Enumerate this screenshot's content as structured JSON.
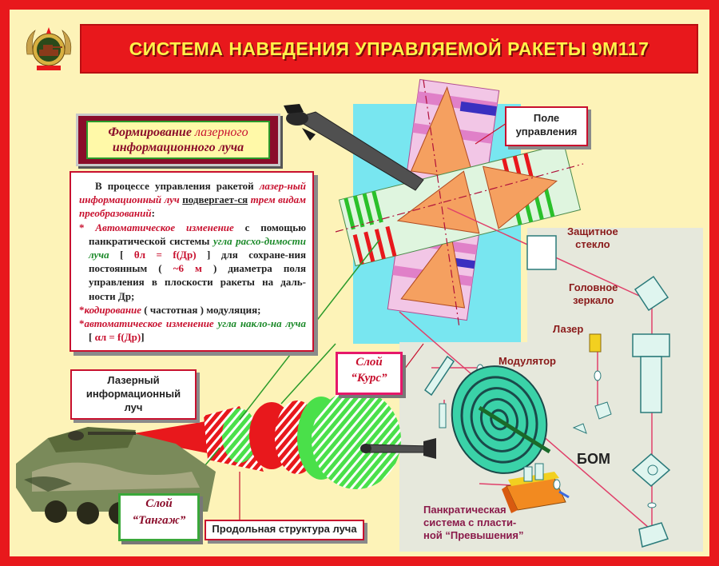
{
  "title": "СИСТЕМА НАВЕДЕНИЯ УПРАВЛЯЕМОЙ РАКЕТЫ 9М117",
  "heading": {
    "line1_a": "Формирование ",
    "line1_b": "лазерного",
    "line2": "информационного луча"
  },
  "text": {
    "p1_a": "В процессе управления ракетой ",
    "p1_b": "лазер-ный информационный луч",
    "p1_c": " ",
    "p1_d": "подвергает-ся",
    "p1_e": " ",
    "p1_f": "трем видам преобразований",
    "p1_g": ":",
    "b1_star": "* ",
    "b1_a": "Автоматическое изменение",
    "b1_b": " с помощью панкратической системы ",
    "b1_c": "угла расхо-димости луча",
    "b1_d": " [ ",
    "b1_e": "θл = f(Др)",
    "b1_f": " ] для сохране-ния постоянным ( ",
    "b1_g": "~6 м",
    "b1_h": " ) диаметра поля управления в плоскости ракеты на даль-ности Др;",
    "b2_star": "*",
    "b2_a": "кодирование",
    "b2_b": " ( частотная ) модуляция;",
    "b3_star": "*",
    "b3_a": "автоматическое изменение",
    "b3_b": " ",
    "b3_c": "угла накло-на луча",
    "b3_d": " [ ",
    "b3_e": "αл = f(Др)",
    "b3_f": "]"
  },
  "labels": {
    "pole_1": "Поле",
    "pole_2": "управления",
    "zash_1": "Защитное",
    "zash_2": "стекло",
    "golov_1": "Головное",
    "golov_2": "зеркало",
    "lazer": "Лазер",
    "modul": "Модулятор",
    "bom": "БОМ",
    "pankr_1": "Панкратическая",
    "pankr_2": "система с пласти-",
    "pankr_3": "ной “Превышения”",
    "luch_1": "Лазерный",
    "luch_2": "информационный",
    "luch_3": "луч",
    "kurs_1": "Слой",
    "kurs_2": "“Курс”",
    "tang_1": "Слой",
    "tang_2": "“Тангаж”",
    "prodol": "Продольная структура луча"
  },
  "colors": {
    "frame_red": "#e8181c",
    "title_yellow": "#fff24a",
    "background": "#fdf3b8",
    "cyan": "#78e6f0",
    "beam_green": "#3ad23a",
    "beam_red": "#e8181c"
  }
}
